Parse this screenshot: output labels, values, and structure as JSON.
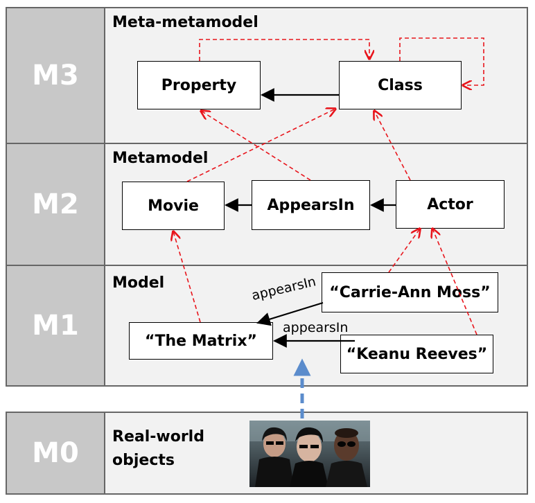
{
  "levels": [
    {
      "id": "M3",
      "label": "M3",
      "title": "Meta-metamodel"
    },
    {
      "id": "M2",
      "label": "M2",
      "title": "Metamodel"
    },
    {
      "id": "M1",
      "label": "M1",
      "title": "Model"
    },
    {
      "id": "M0",
      "label": "M0",
      "title_line1": "Real-world",
      "title_line2": "objects"
    }
  ],
  "nodes": {
    "property": "Property",
    "class": "Class",
    "movie": "Movie",
    "appearsin": "AppearsIn",
    "actor": "Actor",
    "matrix": "“The Matrix”",
    "carrie": "“Carrie-Ann Moss”",
    "keanu": "“Keanu Reeves”"
  },
  "edge_labels": {
    "carrie_appears": "appearsIn",
    "keanu_appears": "appearsIn"
  },
  "colors": {
    "instance_of": "#e8141b",
    "association": "#000000",
    "represents": "#5b8ccc",
    "level_bg": "#c8c8c8",
    "band_bg": "#f2f2f2"
  },
  "image": {
    "description_icon": "photo-movie-characters"
  }
}
